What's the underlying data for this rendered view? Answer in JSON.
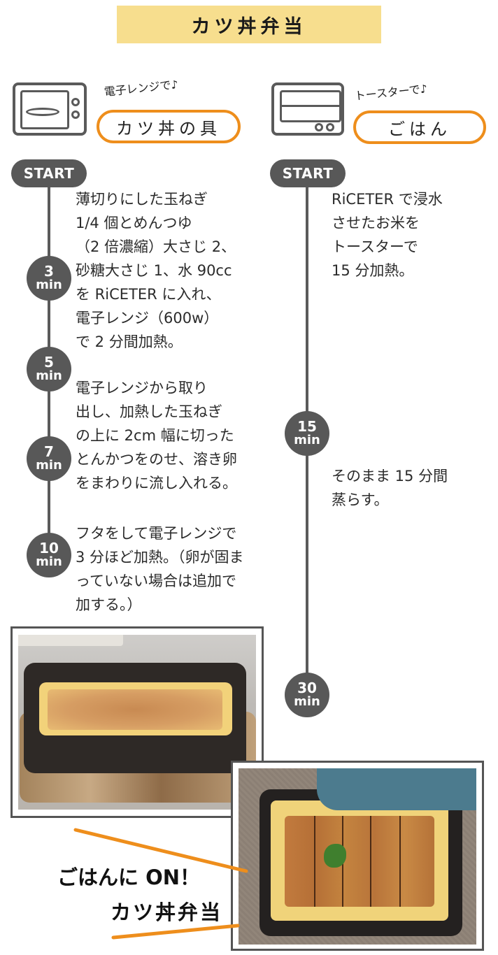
{
  "title": "カツ丼弁当",
  "columns": {
    "left": {
      "appliance_icon": "microwave-icon",
      "method_label": "電子レンジで♪",
      "item_label": "カツ丼の具",
      "start_label": "START",
      "markers": [
        {
          "num": "3",
          "unit": "min"
        },
        {
          "num": "5",
          "unit": "min"
        },
        {
          "num": "7",
          "unit": "min"
        },
        {
          "num": "10",
          "unit": "min"
        }
      ],
      "steps": [
        "薄切りにした玉ねぎ\n1/4 個とめんつゆ\n（2 倍濃縮）大さじ 2、\n砂糖大さじ 1、水 90cc\nを RiCETER に入れ、\n電子レンジ（600w）\nで 2 分間加熱。",
        "電子レンジから取り\n出し、加熱した玉ねぎ\nの上に 2cm 幅に切った\nとんかつをのせ、溶き卵\nをまわりに流し入れる。",
        "フタをして電子レンジで\n3 分ほど加熱。（卵が固ま\nっていない場合は追加で\n加する。）"
      ]
    },
    "right": {
      "appliance_icon": "toaster-oven-icon",
      "method_label": "トースターで♪",
      "item_label": "ごはん",
      "start_label": "START",
      "markers": [
        {
          "num": "15",
          "unit": "min"
        },
        {
          "num": "30",
          "unit": "min"
        }
      ],
      "steps": [
        "RiCETER で浸水\nさせたお米を\nトースターで\n15 分加熱。",
        "そのまま 15 分間\n蒸らす。"
      ]
    }
  },
  "tagline": {
    "line1": "ごはんに ON！",
    "line2": "カツ丼弁当"
  },
  "colors": {
    "title_bg": "#f7de8e",
    "accent_orange": "#ee8e1c",
    "timeline_gray": "#585858"
  }
}
